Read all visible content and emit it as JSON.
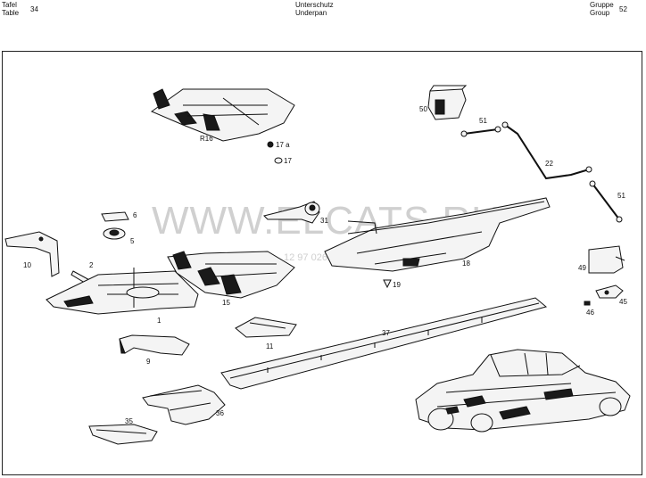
{
  "header": {
    "left_line1": "Tafel",
    "left_line2": "Table",
    "table_number": "34",
    "center_line1": "Unterschutz",
    "center_line2": "Underpan",
    "right_line1": "Gruppe",
    "right_line2": "Group",
    "group_number": "52"
  },
  "watermark": {
    "text": "WWW.ELCATS.RU",
    "code": "12 97 026"
  },
  "labels": {
    "p1": "1",
    "p2": "2",
    "p5": "5",
    "p6": "6",
    "p9": "9",
    "p10": "10",
    "p11": "11",
    "p15": "15",
    "p17": "17",
    "p17a": "17 a",
    "p18": "18",
    "p19": "19",
    "p22": "22",
    "p31": "31",
    "p35": "35",
    "p36": "36",
    "p37": "37",
    "p45": "45",
    "p46": "46",
    "p49": "49",
    "p50": "50",
    "p51a": "51",
    "p51b": "51",
    "pR16": "R16"
  }
}
